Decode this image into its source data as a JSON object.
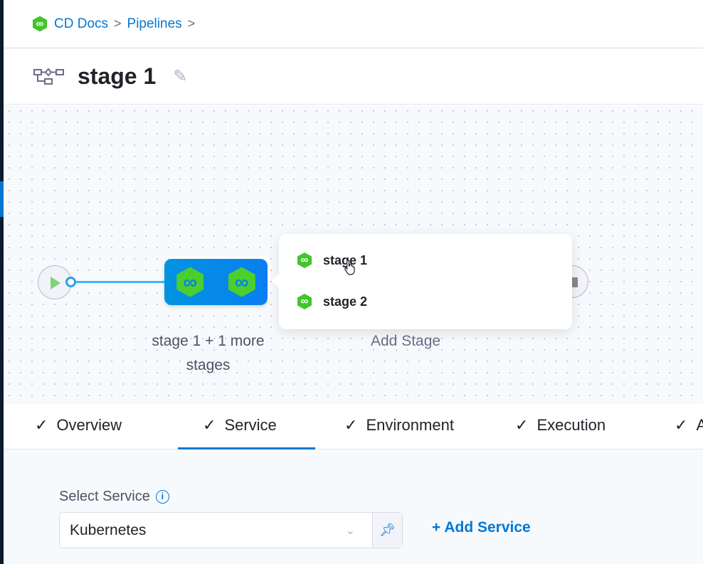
{
  "breadcrumb": {
    "items": [
      "CD Docs",
      "Pipelines"
    ],
    "separator": ">"
  },
  "header": {
    "title": "stage 1",
    "edit_icon": "pencil-icon",
    "stage_icon": "pipeline-flow-icon"
  },
  "canvas": {
    "group_label": "stage 1 + 1 more stages",
    "add_stage": "Add Stage",
    "popover_items": [
      "stage 1",
      "stage 2"
    ]
  },
  "tabs": [
    {
      "label": "Overview",
      "checked": true
    },
    {
      "label": "Service",
      "checked": true,
      "active": true
    },
    {
      "label": "Environment",
      "checked": true
    },
    {
      "label": "Execution",
      "checked": true
    },
    {
      "label": "A",
      "checked": true
    }
  ],
  "service": {
    "label": "Select Service",
    "selected": "Kubernetes",
    "add_label": "Add Service"
  },
  "colors": {
    "accent": "#0278d5",
    "stage_green": "#42c52b",
    "group_blue": "#0a7ef2"
  }
}
